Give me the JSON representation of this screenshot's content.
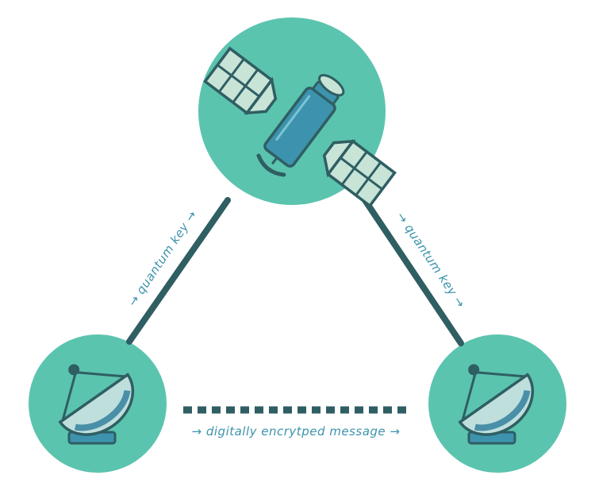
{
  "colors": {
    "node_fill": "#5bc4ae",
    "dark_teal": "#2f5e63",
    "satellite_body": "#3d93ad",
    "panel_fill": "#c7e4d7",
    "dish_fill": "#bfdfdc",
    "dish_shadow": "#4a8fa8",
    "label": "#3d93ad"
  },
  "icons": {
    "satellite": "satellite-icon",
    "left_station": "satellite-dish-icon",
    "right_station": "satellite-dish-icon"
  },
  "links": {
    "left": "→ quantum key →",
    "right": "→ quantum key →",
    "bottom": "→ digitally encrytped message →"
  }
}
